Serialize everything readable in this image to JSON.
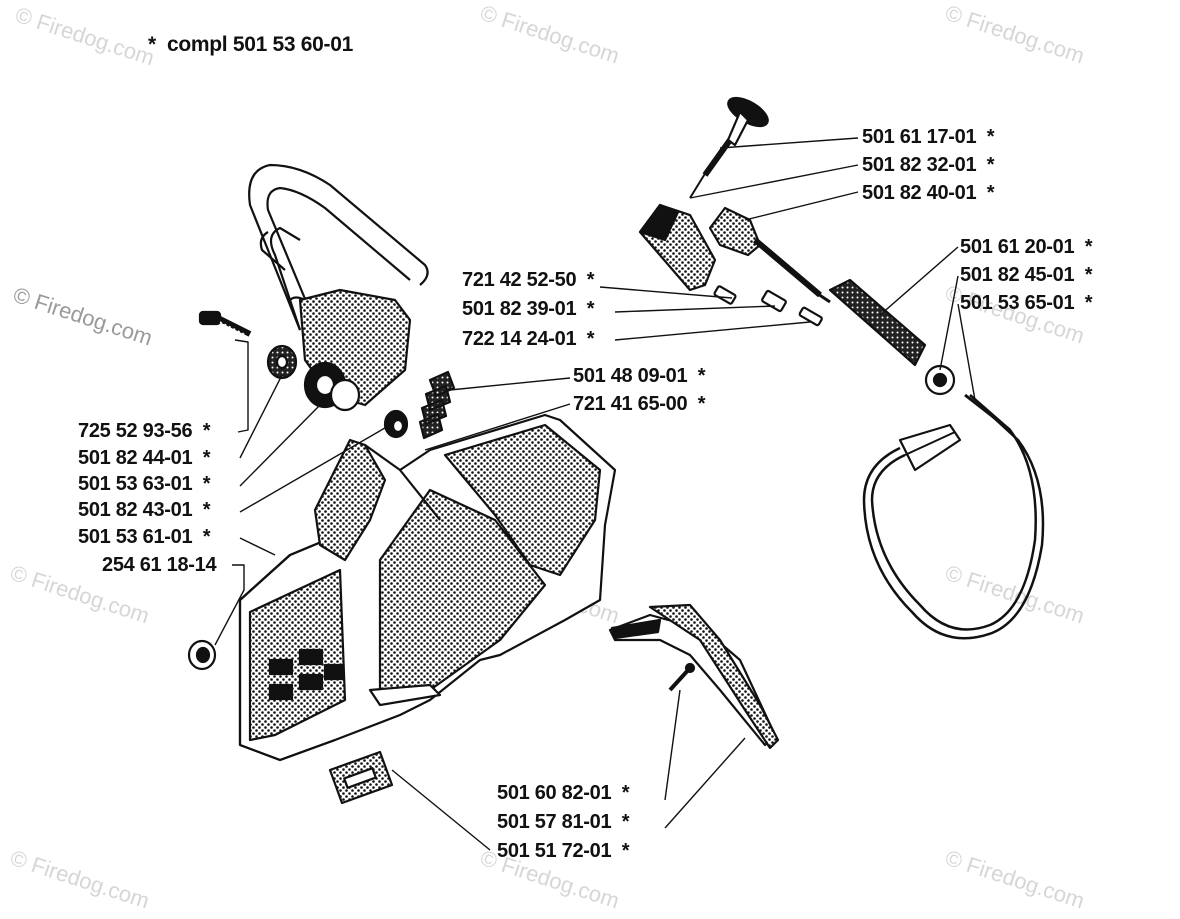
{
  "header": {
    "note": "*  compl 501 53 60-01"
  },
  "watermark": {
    "text": "© Firedog.com"
  },
  "labels": [
    "501 61 17-01  *",
    "501 82 32-01  *",
    "501 82 40-01  *",
    "501 61 20-01  *",
    "501 82 45-01  *",
    "501 53 65-01  *",
    "721 42 52-50  *",
    "501 82 39-01  *",
    "722 14 24-01  *",
    "501 48 09-01  *",
    "721 41 65-00  *",
    "725 52 93-56  *",
    "501 82 44-01  *",
    "501 53 63-01  *",
    "501 82 43-01  *",
    "501 53 61-01  *",
    "254 61 18-14",
    "501 60 82-01  *",
    "501 57 81-01  *",
    "501 51 72-01  *"
  ]
}
